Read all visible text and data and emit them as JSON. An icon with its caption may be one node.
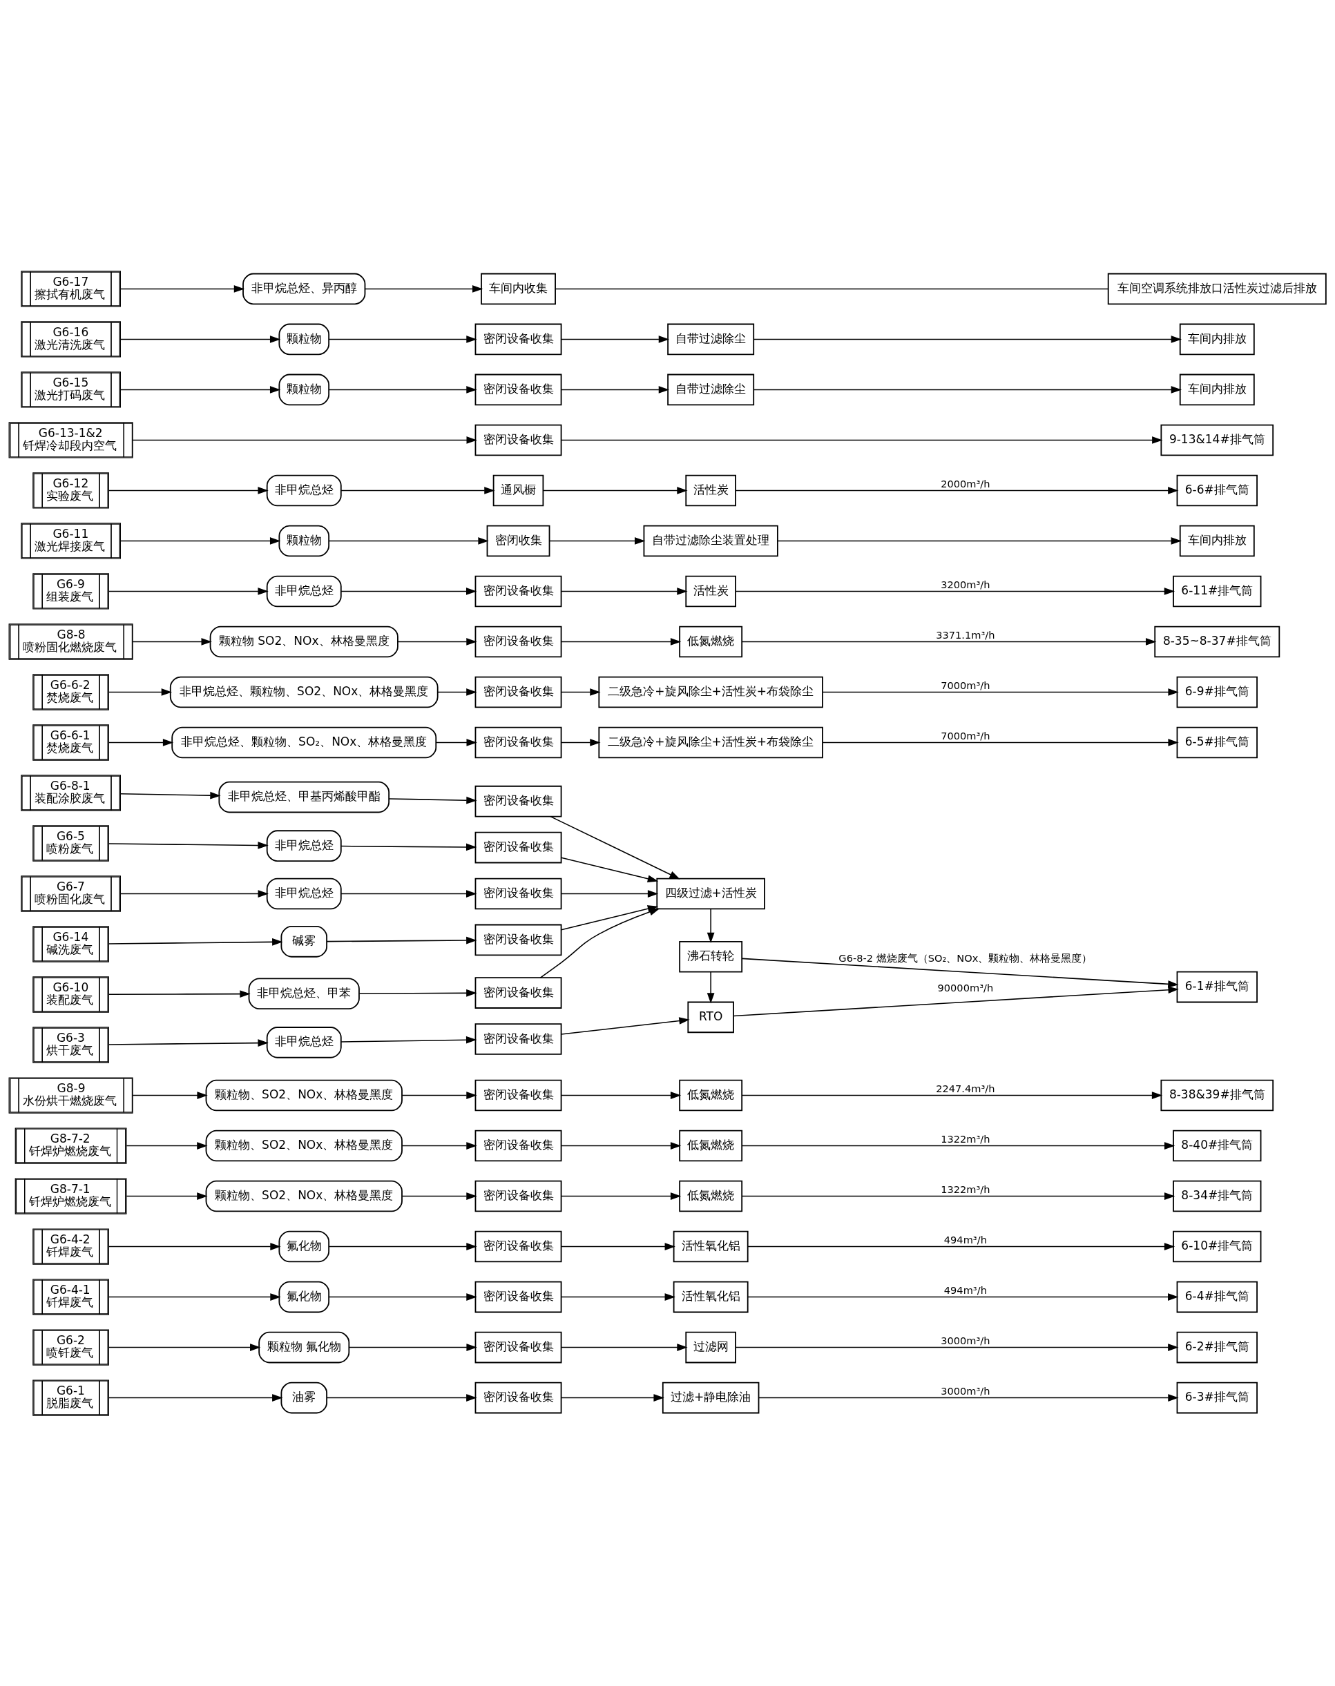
{
  "diagram": {
    "nodes": [
      {
        "text": [
          "G6-1",
          "脱脂废气"
        ]
      },
      {
        "text": [
          "油雾"
        ]
      },
      {
        "text": [
          "密闭设备收集"
        ]
      },
      {
        "text": [
          "过滤+静电除油"
        ]
      },
      {
        "text": [
          "6-3#排气筒"
        ]
      },
      {
        "text": [
          "G6-2",
          "喷钎废气"
        ]
      },
      {
        "text": [
          "颗粒物 氟化物"
        ]
      },
      {
        "text": [
          "密闭设备收集"
        ]
      },
      {
        "text": [
          "过滤网"
        ]
      },
      {
        "text": [
          "6-2#排气筒"
        ]
      },
      {
        "text": [
          "G6-4-1",
          "钎焊废气"
        ]
      },
      {
        "text": [
          "氟化物"
        ]
      },
      {
        "text": [
          "密闭设备收集"
        ]
      },
      {
        "text": [
          "活性氧化铝"
        ]
      },
      {
        "text": [
          "6-4#排气筒"
        ]
      },
      {
        "text": [
          "G6-4-2",
          "钎焊废气"
        ]
      },
      {
        "text": [
          "氟化物"
        ]
      },
      {
        "text": [
          "密闭设备收集"
        ]
      },
      {
        "text": [
          "活性氧化铝"
        ]
      },
      {
        "text": [
          "6-10#排气筒"
        ]
      },
      {
        "text": [
          "G8-7-1",
          "钎焊炉燃烧废气"
        ]
      },
      {
        "text": [
          "颗粒物、SO2、NOx、林格曼黑度"
        ]
      },
      {
        "text": [
          "密闭设备收集"
        ]
      },
      {
        "text": [
          "低氮燃烧"
        ]
      },
      {
        "text": [
          "8-34#排气筒"
        ]
      },
      {
        "text": [
          "G8-7-2",
          "钎焊炉燃烧废气"
        ]
      },
      {
        "text": [
          "颗粒物、SO2、NOx、林格曼黑度"
        ]
      },
      {
        "text": [
          "密闭设备收集"
        ]
      },
      {
        "text": [
          "低氮燃烧"
        ]
      },
      {
        "text": [
          "8-40#排气筒"
        ]
      },
      {
        "text": [
          "G8-9",
          "水份烘干燃烧废气"
        ]
      },
      {
        "text": [
          "颗粒物、SO2、NOx、林格曼黑度"
        ]
      },
      {
        "text": [
          "密闭设备收集"
        ]
      },
      {
        "text": [
          "低氮燃烧"
        ]
      },
      {
        "text": [
          "8-38&39#排气筒"
        ]
      },
      {
        "text": [
          "G6-3",
          "烘干废气"
        ]
      },
      {
        "text": [
          "非甲烷总烃"
        ]
      },
      {
        "text": [
          "密闭设备收集"
        ]
      },
      {
        "text": [
          "RTO"
        ]
      },
      {
        "text": [
          "6-1#排气筒"
        ]
      },
      {
        "text": [
          "G6-5",
          "喷粉废气"
        ]
      },
      {
        "text": [
          "非甲烷总烃"
        ]
      },
      {
        "text": [
          "密闭设备收集"
        ]
      },
      {
        "text": [
          "G6-7",
          "喷粉固化废气"
        ]
      },
      {
        "text": [
          "非甲烷总烃"
        ]
      },
      {
        "text": [
          "密闭设备收集"
        ]
      },
      {
        "text": [
          "沸石转轮"
        ]
      },
      {
        "text": [
          "G6-14",
          "碱洗废气"
        ]
      },
      {
        "text": [
          "碱雾"
        ]
      },
      {
        "text": [
          "密闭设备收集"
        ]
      },
      {
        "text": [
          "四级过滤+活性炭"
        ]
      },
      {
        "text": [
          "G6-10",
          "装配废气"
        ]
      },
      {
        "text": [
          "非甲烷总烃、甲苯"
        ]
      },
      {
        "text": [
          "密闭设备收集"
        ]
      },
      {
        "text": [
          "G6-8-1",
          "装配涂胶废气"
        ]
      },
      {
        "text": [
          "非甲烷总烃、甲基丙烯酸甲酯"
        ]
      },
      {
        "text": [
          "密闭设备收集"
        ]
      },
      {
        "text": [
          "G6-6-1",
          "焚烧废气"
        ]
      },
      {
        "text": [
          "非甲烷总烃、颗粒物、SO₂、NOx、林格曼黑度"
        ]
      },
      {
        "text": [
          "密闭设备收集"
        ]
      },
      {
        "text": [
          "二级急冷+旋风除尘+活性炭+布袋除尘"
        ]
      },
      {
        "text": [
          "6-5#排气筒"
        ]
      },
      {
        "text": [
          "G6-6-2",
          "焚烧废气"
        ]
      },
      {
        "text": [
          "非甲烷总烃、颗粒物、SO2、NOx、林格曼黑度"
        ]
      },
      {
        "text": [
          "密闭设备收集"
        ]
      },
      {
        "text": [
          "二级急冷+旋风除尘+活性炭+布袋除尘"
        ]
      },
      {
        "text": [
          "6-9#排气筒"
        ]
      },
      {
        "text": [
          "G8-8",
          "喷粉固化燃烧废气"
        ]
      },
      {
        "text": [
          "颗粒物 SO2、NOx、林格曼黑度"
        ]
      },
      {
        "text": [
          "密闭设备收集"
        ]
      },
      {
        "text": [
          "低氮燃烧"
        ]
      },
      {
        "text": [
          "8-35~8-37#排气筒"
        ]
      },
      {
        "text": [
          "G6-9",
          "组装废气"
        ]
      },
      {
        "text": [
          "非甲烷总烃"
        ]
      },
      {
        "text": [
          "密闭设备收集"
        ]
      },
      {
        "text": [
          "活性炭"
        ]
      },
      {
        "text": [
          "6-11#排气筒"
        ]
      },
      {
        "text": [
          "G6-11",
          "激光焊接废气"
        ]
      },
      {
        "text": [
          "颗粒物"
        ]
      },
      {
        "text": [
          "密闭收集"
        ]
      },
      {
        "text": [
          "自带过滤除尘装置处理"
        ]
      },
      {
        "text": [
          "车间内排放"
        ]
      },
      {
        "text": [
          "G6-12",
          "实验废气"
        ]
      },
      {
        "text": [
          "非甲烷总烃"
        ]
      },
      {
        "text": [
          "通风橱"
        ]
      },
      {
        "text": [
          "活性炭"
        ]
      },
      {
        "text": [
          "6-6#排气筒"
        ]
      },
      {
        "text": [
          "G6-13-1&2",
          "钎焊冷却段内空气"
        ]
      },
      {
        "text": [
          "密闭设备收集"
        ]
      },
      {
        "text": [
          "9-13&14#排气筒"
        ]
      },
      {
        "text": [
          "G6-15",
          "激光打码废气"
        ]
      },
      {
        "text": [
          "颗粒物"
        ]
      },
      {
        "text": [
          "密闭设备收集"
        ]
      },
      {
        "text": [
          "自带过滤除尘"
        ]
      },
      {
        "text": [
          "车间内排放"
        ]
      },
      {
        "text": [
          "G6-16",
          "激光清洗废气"
        ]
      },
      {
        "text": [
          "颗粒物"
        ]
      },
      {
        "text": [
          "密闭设备收集"
        ]
      },
      {
        "text": [
          "自带过滤除尘"
        ]
      },
      {
        "text": [
          "车间内排放"
        ]
      },
      {
        "text": [
          "G6-17",
          "擦拭有机废气"
        ]
      },
      {
        "text": [
          "非甲烷总烃、异丙醇"
        ]
      },
      {
        "text": [
          "车间内收集"
        ]
      },
      {
        "text": [
          "车间空调系统排放口活性炭过滤后排放"
        ]
      }
    ],
    "edges": [
      {
        "from": 0,
        "to": 1,
        "arrow": "to"
      },
      {
        "from": 1,
        "to": 2,
        "arrow": "to"
      },
      {
        "from": 2,
        "to": 3,
        "arrow": "to"
      },
      {
        "from": 3,
        "to": 4,
        "arrow": "to",
        "label": "3000m³/h"
      },
      {
        "from": 5,
        "to": 6,
        "arrow": "to"
      },
      {
        "from": 6,
        "to": 7,
        "arrow": "to"
      },
      {
        "from": 7,
        "to": 8,
        "arrow": "to"
      },
      {
        "from": 8,
        "to": 9,
        "arrow": "to",
        "label": "3000m³/h"
      },
      {
        "from": 10,
        "to": 11,
        "arrow": "to"
      },
      {
        "from": 11,
        "to": 12,
        "arrow": "to"
      },
      {
        "from": 12,
        "to": 13,
        "arrow": "to"
      },
      {
        "from": 13,
        "to": 14,
        "arrow": "to",
        "label": "494m³/h"
      },
      {
        "from": 15,
        "to": 16,
        "arrow": "to"
      },
      {
        "from": 16,
        "to": 17,
        "arrow": "to"
      },
      {
        "from": 17,
        "to": 18,
        "arrow": "to"
      },
      {
        "from": 18,
        "to": 19,
        "arrow": "to",
        "label": "494m³/h"
      },
      {
        "from": 20,
        "to": 21,
        "arrow": "to"
      },
      {
        "from": 21,
        "to": 22,
        "arrow": "to"
      },
      {
        "from": 22,
        "to": 23,
        "arrow": "to"
      },
      {
        "from": 23,
        "to": 24,
        "arrow": "to",
        "label": "1322m³/h"
      },
      {
        "from": 25,
        "to": 26,
        "arrow": "to"
      },
      {
        "from": 26,
        "to": 27,
        "arrow": "to"
      },
      {
        "from": 27,
        "to": 28,
        "arrow": "to"
      },
      {
        "from": 28,
        "to": 29,
        "arrow": "to",
        "label": "1322m³/h"
      },
      {
        "from": 30,
        "to": 31,
        "arrow": "to"
      },
      {
        "from": 31,
        "to": 32,
        "arrow": "to"
      },
      {
        "from": 32,
        "to": 33,
        "arrow": "to"
      },
      {
        "from": 33,
        "to": 34,
        "arrow": "to",
        "label": "2247.4m³/h"
      },
      {
        "from": 35,
        "to": 36,
        "arrow": "to"
      },
      {
        "from": 36,
        "to": 37,
        "arrow": "to"
      },
      {
        "from": 37,
        "to": 38,
        "arrow": "to"
      },
      {
        "from": 38,
        "to": 39,
        "arrow": "to",
        "label": "90000m³/h"
      },
      {
        "from": 40,
        "to": 41,
        "arrow": "to"
      },
      {
        "from": 41,
        "to": 42,
        "arrow": "to"
      },
      {
        "from": 42,
        "to": 50,
        "arrow": "to"
      },
      {
        "from": 43,
        "to": 44,
        "arrow": "to"
      },
      {
        "from": 44,
        "to": 45,
        "arrow": "to"
      },
      {
        "from": 45,
        "to": 50,
        "arrow": "to"
      },
      {
        "from": 47,
        "to": 48,
        "arrow": "to"
      },
      {
        "from": 48,
        "to": 49,
        "arrow": "to"
      },
      {
        "from": 49,
        "to": 50,
        "arrow": "to"
      },
      {
        "from": 51,
        "to": 52,
        "arrow": "to"
      },
      {
        "from": 52,
        "to": 53,
        "arrow": "to"
      },
      {
        "from": 53,
        "to": 50,
        "arrow": "to"
      },
      {
        "from": 54,
        "to": 55,
        "arrow": "to"
      },
      {
        "from": 55,
        "to": 56,
        "arrow": "to"
      },
      {
        "from": 56,
        "to": 50,
        "arrow": "to"
      },
      {
        "from": 50,
        "to": 46,
        "arrow": "to"
      },
      {
        "from": 46,
        "to": 38,
        "arrow": "to"
      },
      {
        "from": 46,
        "to": 39,
        "arrow": "to",
        "label": "G6-8-2 燃烧废气（SO₂、NOx、颗粒物、林格曼黑度）"
      },
      {
        "from": 57,
        "to": 58,
        "arrow": "to"
      },
      {
        "from": 58,
        "to": 59,
        "arrow": "to"
      },
      {
        "from": 59,
        "to": 60,
        "arrow": "to"
      },
      {
        "from": 60,
        "to": 61,
        "arrow": "to",
        "label": "7000m³/h"
      },
      {
        "from": 62,
        "to": 63,
        "arrow": "to"
      },
      {
        "from": 63,
        "to": 64,
        "arrow": "to"
      },
      {
        "from": 64,
        "to": 65,
        "arrow": "to"
      },
      {
        "from": 65,
        "to": 66,
        "arrow": "to",
        "label": "7000m³/h"
      },
      {
        "from": 67,
        "to": 68,
        "arrow": "to"
      },
      {
        "from": 68,
        "to": 69,
        "arrow": "to"
      },
      {
        "from": 69,
        "to": 70,
        "arrow": "to"
      },
      {
        "from": 70,
        "to": 71,
        "arrow": "to",
        "label": "3371.1m³/h"
      },
      {
        "from": 72,
        "to": 73,
        "arrow": "to"
      },
      {
        "from": 73,
        "to": 74,
        "arrow": "to"
      },
      {
        "from": 74,
        "to": 75,
        "arrow": "to"
      },
      {
        "from": 75,
        "to": 76,
        "arrow": "to",
        "label": "3200m³/h"
      },
      {
        "from": 77,
        "to": 78,
        "arrow": "to"
      },
      {
        "from": 78,
        "to": 79,
        "arrow": "to"
      },
      {
        "from": 79,
        "to": 80,
        "arrow": "to"
      },
      {
        "from": 80,
        "to": 81,
        "arrow": "to"
      },
      {
        "from": 82,
        "to": 83,
        "arrow": "to"
      },
      {
        "from": 83,
        "to": 84,
        "arrow": "to"
      },
      {
        "from": 84,
        "to": 85,
        "arrow": "to"
      },
      {
        "from": 85,
        "to": 86,
        "arrow": "to",
        "label": "2000m³/h"
      },
      {
        "from": 87,
        "to": 88,
        "arrow": "to"
      },
      {
        "from": 88,
        "to": 89,
        "arrow": "to"
      },
      {
        "from": 90,
        "to": 91,
        "arrow": "to"
      },
      {
        "from": 91,
        "to": 92,
        "arrow": "to"
      },
      {
        "from": 92,
        "to": 93,
        "arrow": "to"
      },
      {
        "from": 93,
        "to": 94,
        "arrow": "to"
      },
      {
        "from": 95,
        "to": 96,
        "arrow": "to"
      },
      {
        "from": 96,
        "to": 97,
        "arrow": "to"
      },
      {
        "from": 97,
        "to": 98,
        "arrow": "to"
      },
      {
        "from": 98,
        "to": 99,
        "arrow": "to"
      },
      {
        "from": 100,
        "to": 101,
        "arrow": "to"
      },
      {
        "from": 101,
        "to": 102,
        "arrow": "to"
      },
      {
        "from": 102,
        "to": 103,
        "arrow": "none"
      }
    ]
  }
}
